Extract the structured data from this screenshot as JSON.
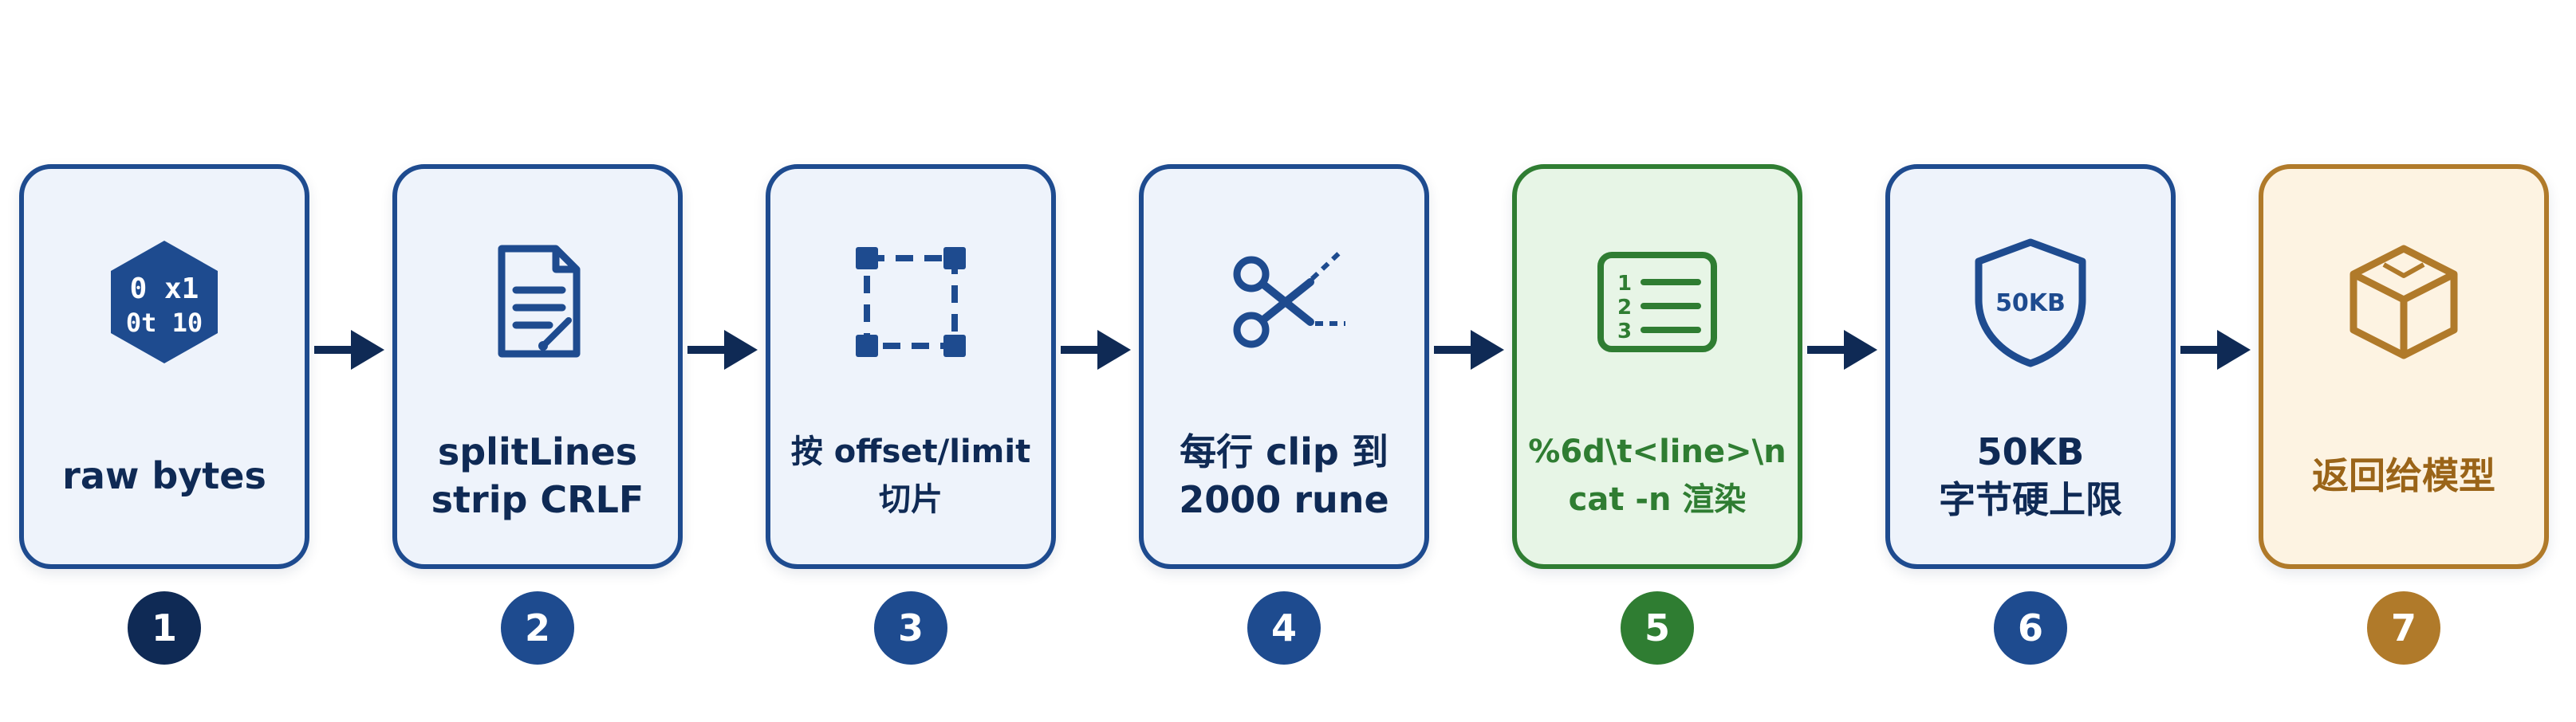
{
  "steps": [
    {
      "number": "1",
      "lines": [
        "raw bytes"
      ],
      "icon": "binary-data-icon",
      "icon_text": [
        "0 x1",
        "0t 10"
      ]
    },
    {
      "number": "2",
      "lines": [
        "splitLines",
        "strip CRLF"
      ],
      "icon": "document-lines-icon"
    },
    {
      "number": "3",
      "lines": [
        "按 offset/limit",
        "切片"
      ],
      "icon": "selection-box-icon"
    },
    {
      "number": "4",
      "lines": [
        "每行 clip 到",
        "2000 rune"
      ],
      "icon": "scissors-icon"
    },
    {
      "number": "5",
      "lines": [
        "%6d\\t<line>\\n",
        "cat -n 渲染"
      ],
      "icon": "numbered-list-icon",
      "icon_text": [
        "1",
        "2",
        "3"
      ]
    },
    {
      "number": "6",
      "lines": [
        "50KB",
        "字节硬上限"
      ],
      "icon": "shield-limit-icon",
      "icon_text": [
        "50KB"
      ]
    },
    {
      "number": "7",
      "lines": [
        "返回给模型"
      ],
      "icon": "package-box-icon"
    }
  ],
  "colors": {
    "blue": "#1e4b8f",
    "navy": "#0f2a55",
    "green": "#2f7d32",
    "gold": "#b07a2a",
    "card_blue_bg": "#eef3fb",
    "card_green_bg": "#e7f5e6",
    "card_gold_bg": "#fdf3e2"
  }
}
